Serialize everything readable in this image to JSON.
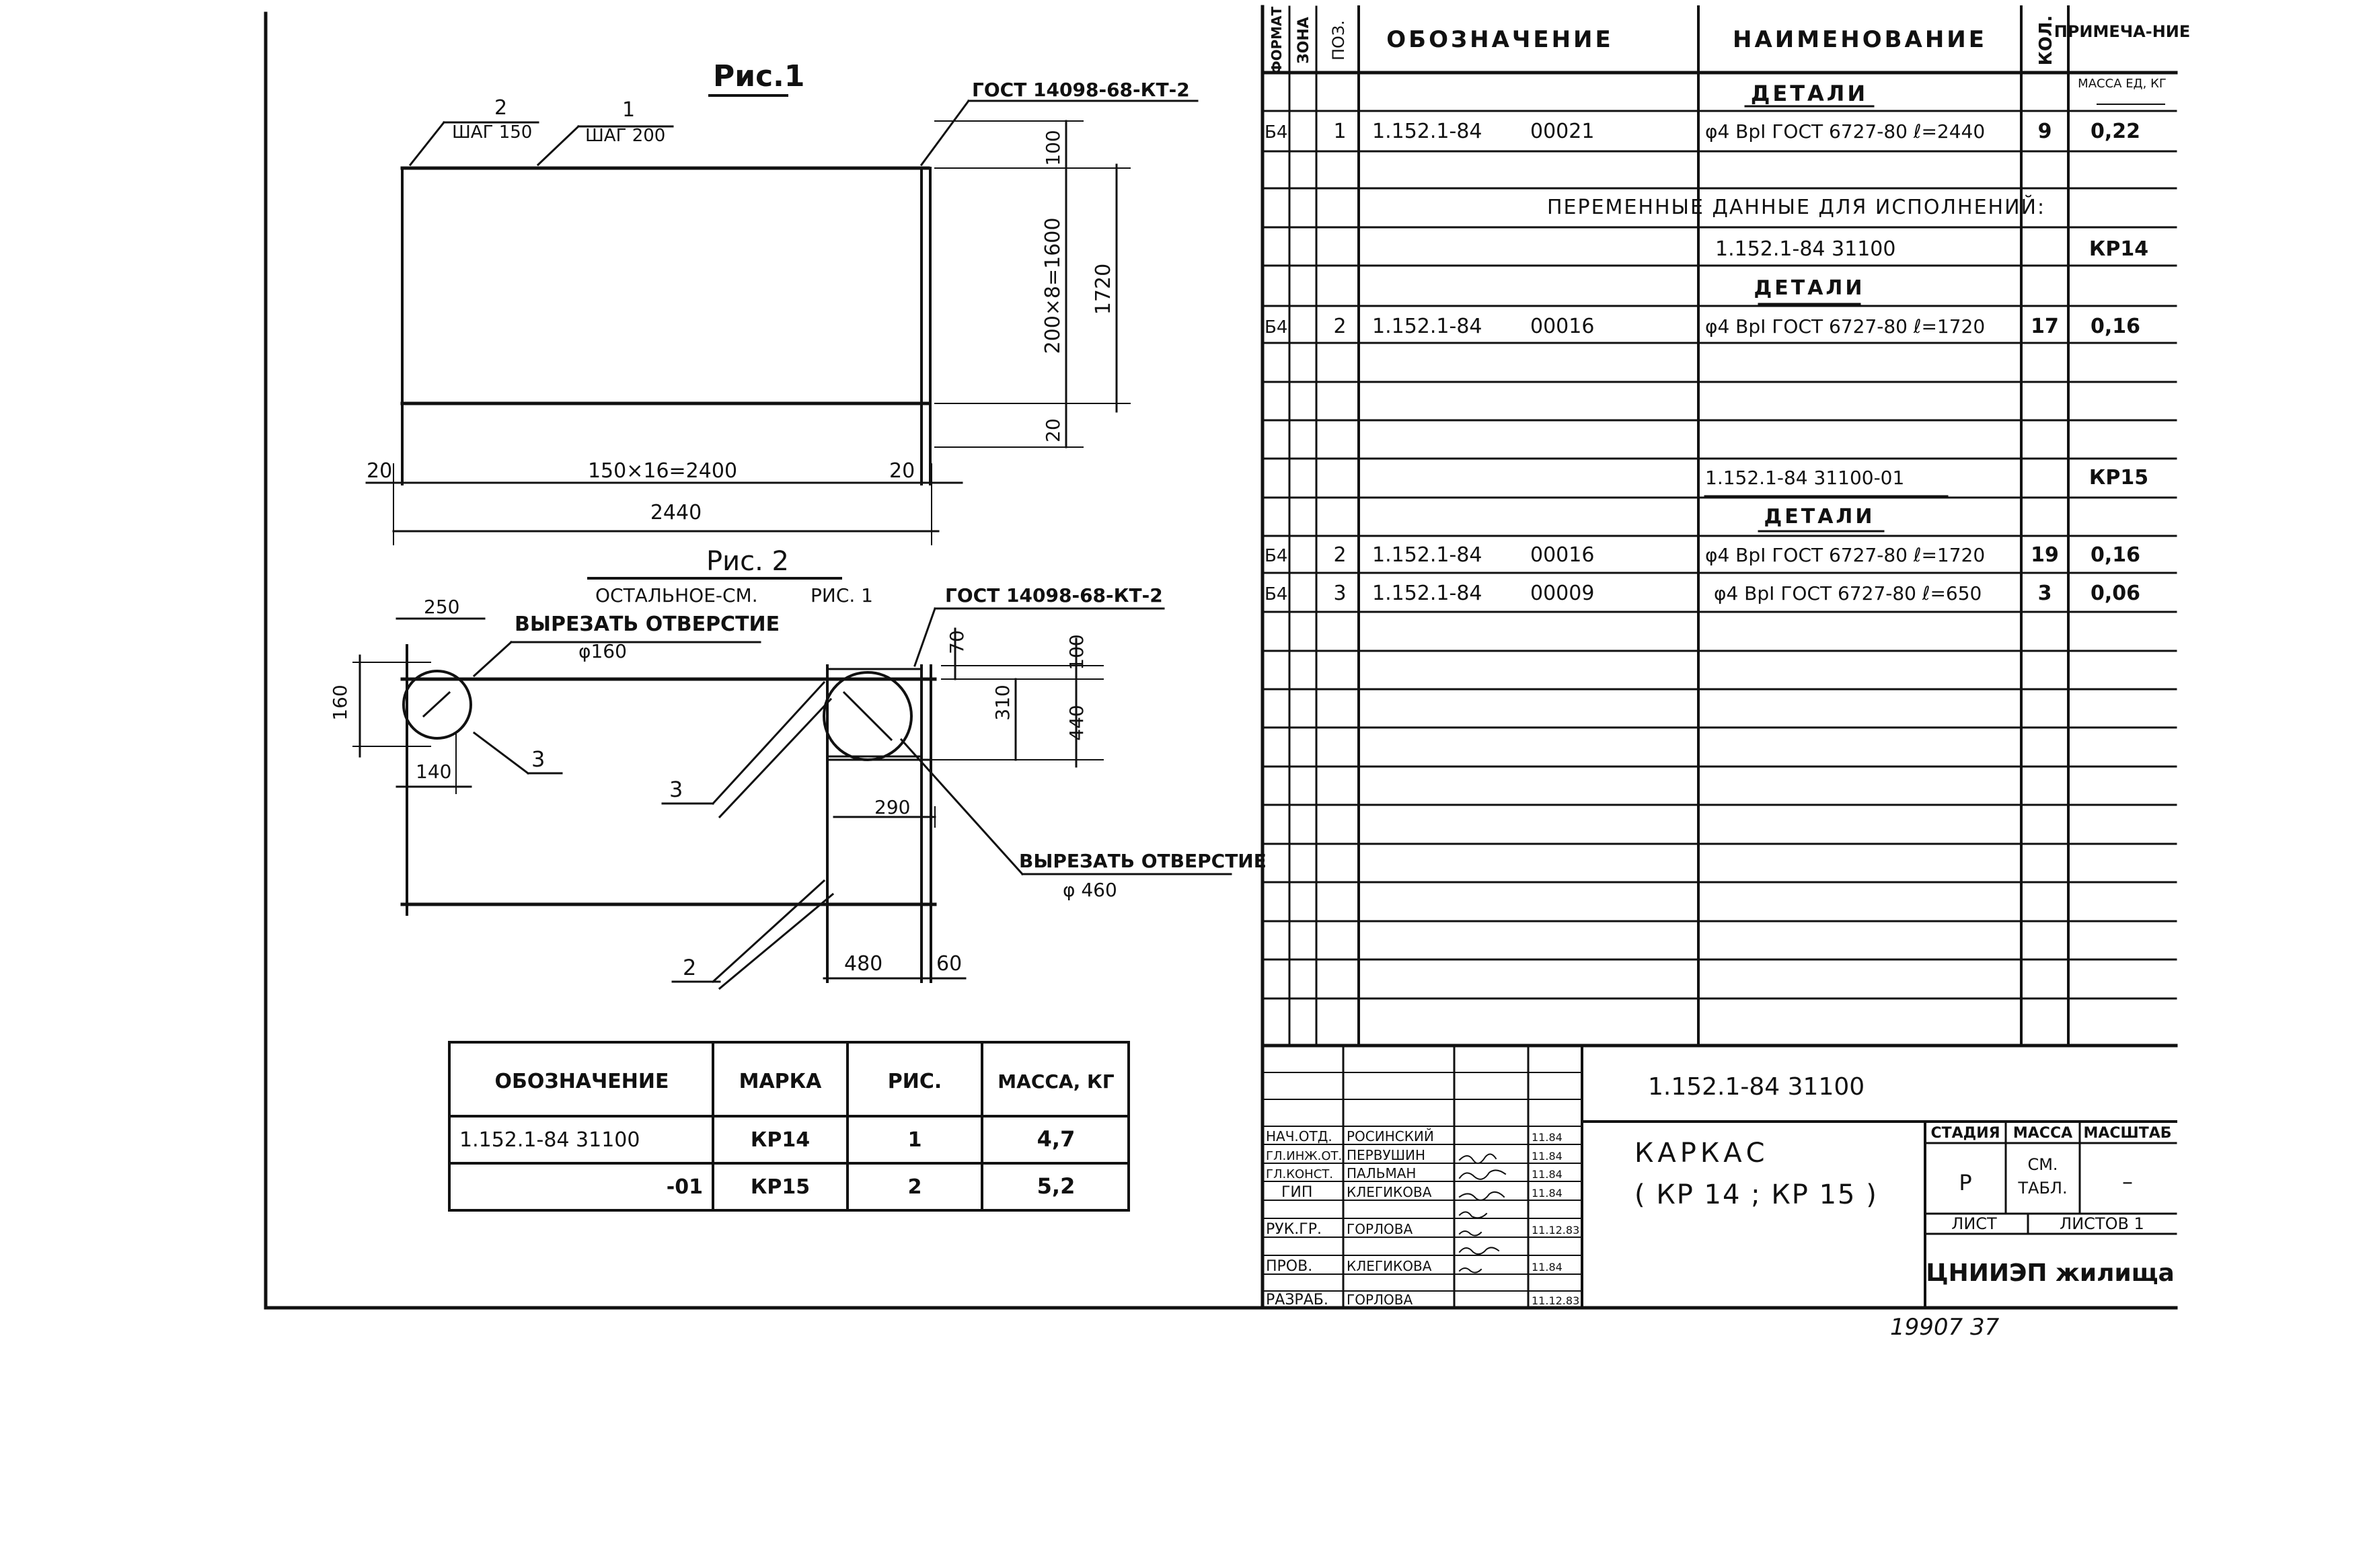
{
  "fig1": {
    "title": "Рис.1",
    "gost": "ГОСТ 14098-68-КТ-2",
    "label2": "2",
    "step2": "ШАГ 150",
    "label1": "1",
    "step1": "ШАГ 200",
    "dim_100": "100",
    "dim_1600": "200×8=1600",
    "dim_1720": "1720",
    "dim_20v": "20",
    "dim_20l": "20",
    "dim_2400": "150×16=2400",
    "dim_20r": "20",
    "dim_2440": "2440"
  },
  "fig2": {
    "title": "Рис. 2",
    "rest": "ОСТАЛЬНОЕ-СМ.",
    "rest_ref": "РИС. 1",
    "gost": "ГОСТ 14098-68-КТ-2",
    "dim_250": "250",
    "cut1": "ВЫРЕЗАТЬ ОТВЕРСТИЕ",
    "cut1_d": "φ160",
    "dim_160": "160",
    "dim_140": "140",
    "pos3a": "3",
    "dim_70": "70",
    "dim_100": "100",
    "dim_310": "310",
    "dim_440": "440",
    "pos3b": "3",
    "dim_290": "290",
    "cut2": "ВЫРЕЗАТЬ ОТВЕРСТИЕ",
    "cut2_d": "φ 460",
    "pos2": "2",
    "dim_480": "480",
    "dim_60": "60"
  },
  "mass_table": {
    "headers": [
      "ОБОЗНАЧЕНИЕ",
      "МАРКА",
      "РИС.",
      "МАССА, КГ"
    ],
    "rows": [
      [
        "1.152.1-84   31100",
        "КР14",
        "1",
        "4,7"
      ],
      [
        "-01",
        "КР15",
        "2",
        "5,2"
      ]
    ]
  },
  "spec": {
    "headers": [
      "ФОРМАТ",
      "ЗОНА",
      "ПОЗ.",
      "ОБОЗНАЧЕНИЕ",
      "НАИМЕНОВАНИЕ",
      "КОЛ.",
      "ПРИМЕЧА-НИЕ"
    ],
    "note_unit": "МАССА ЕД, КГ",
    "section_details": "ДЕТАЛИ",
    "row1": [
      "Б4",
      "",
      "1",
      "1.152.1-84",
      "00021",
      "φ4 ВрI ГОСТ 6727-80 ℓ=2440",
      "9",
      "0,22"
    ],
    "variable": "ПЕРЕМЕННЫЕ ДАННЫЕ ДЛЯ ИСПОЛНЕНИЙ:",
    "exec1": "1.152.1-84   31100",
    "exec1_mark": "КР14",
    "details2": "ДЕТАЛИ",
    "row2": [
      "Б4",
      "",
      "2",
      "1.152.1-84",
      "00016",
      "φ4 ВрI ГОСТ 6727-80 ℓ=1720",
      "17",
      "0,16"
    ],
    "exec2": "1.152.1-84   31100-01",
    "exec2_mark": "КР15",
    "details3": "ДЕТАЛИ",
    "row3": [
      "Б4",
      "",
      "2",
      "1.152.1-84",
      "00016",
      "φ4 ВрI ГОСТ 6727-80 ℓ=1720",
      "19",
      "0,16"
    ],
    "row4": [
      "Б4",
      "",
      "3",
      "1.152.1-84",
      "00009",
      "φ4 ВрI ГОСТ 6727-80 ℓ=650",
      "3",
      "0,06"
    ]
  },
  "stamp": {
    "code": "1.152.1-84   31100",
    "title1": "КАРКАС",
    "title2": "( КР 14 ;  КР 15 )",
    "stage_h": "СТАДИЯ",
    "mass_h": "МАССА",
    "scale_h": "МАСШТАБ",
    "stage": "Р",
    "mass1": "СМ.",
    "mass2": "ТАБЛ.",
    "scale": "–",
    "sheet": "ЛИСТ",
    "sheets": "ЛИСТОВ 1",
    "org": "ЦНИИЭП жилища",
    "roles": [
      "НАЧ.ОТД.",
      "ГЛ.ИНЖ.ОТ.",
      "ГЛ.КОНСТ.",
      "ГИП",
      "РУК.ГР.",
      "ПРОВ.",
      "РАЗРАБ."
    ],
    "names": [
      "РОСИНСКИЙ",
      "ПЕРВУШИН",
      "ПАЛЬМАН",
      "КЛЕГИКОВА",
      "ГОРЛОВА",
      "КЛЕГИКОВА",
      "ГОРЛОВА"
    ],
    "dates": [
      "11.84",
      "11.84",
      "11.84",
      "11.84",
      "11.12.83",
      "11.84",
      "11.12.83"
    ]
  },
  "footer": {
    "number": "19907  37"
  }
}
